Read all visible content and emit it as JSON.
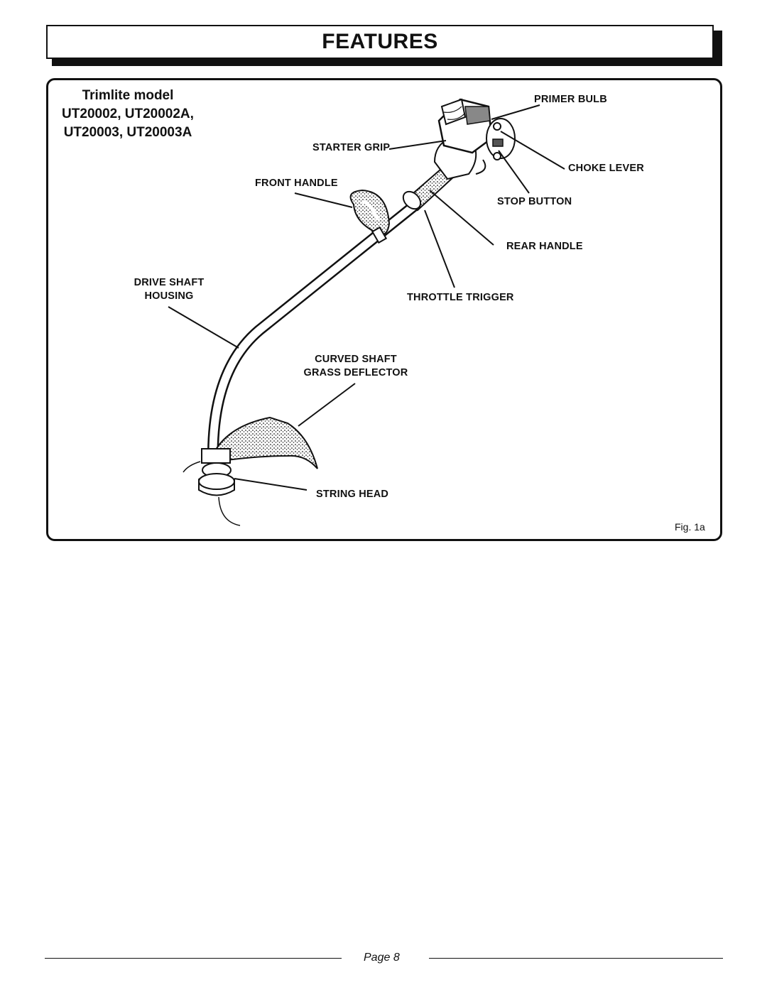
{
  "header": {
    "title": "FEATURES"
  },
  "model": {
    "line1": "Trimlite model",
    "line2": "UT20002, UT20002A,",
    "line3": "UT20003, UT20003A"
  },
  "labels": {
    "primer_bulb": "PRIMER BULB",
    "starter_grip": "STARTER GRIP",
    "choke_lever": "CHOKE LEVER",
    "front_handle": "FRONT HANDLE",
    "stop_button": "STOP BUTTON",
    "rear_handle": "REAR HANDLE",
    "drive_shaft_1": "DRIVE SHAFT",
    "drive_shaft_2": "HOUSING",
    "throttle_trigger": "THROTTLE TRIGGER",
    "curved_shaft": "CURVED SHAFT",
    "grass_deflector": "GRASS DEFLECTOR",
    "string_head": "STRING HEAD"
  },
  "figure_caption": "Fig. 1a",
  "footer": {
    "page": "Page 8"
  }
}
